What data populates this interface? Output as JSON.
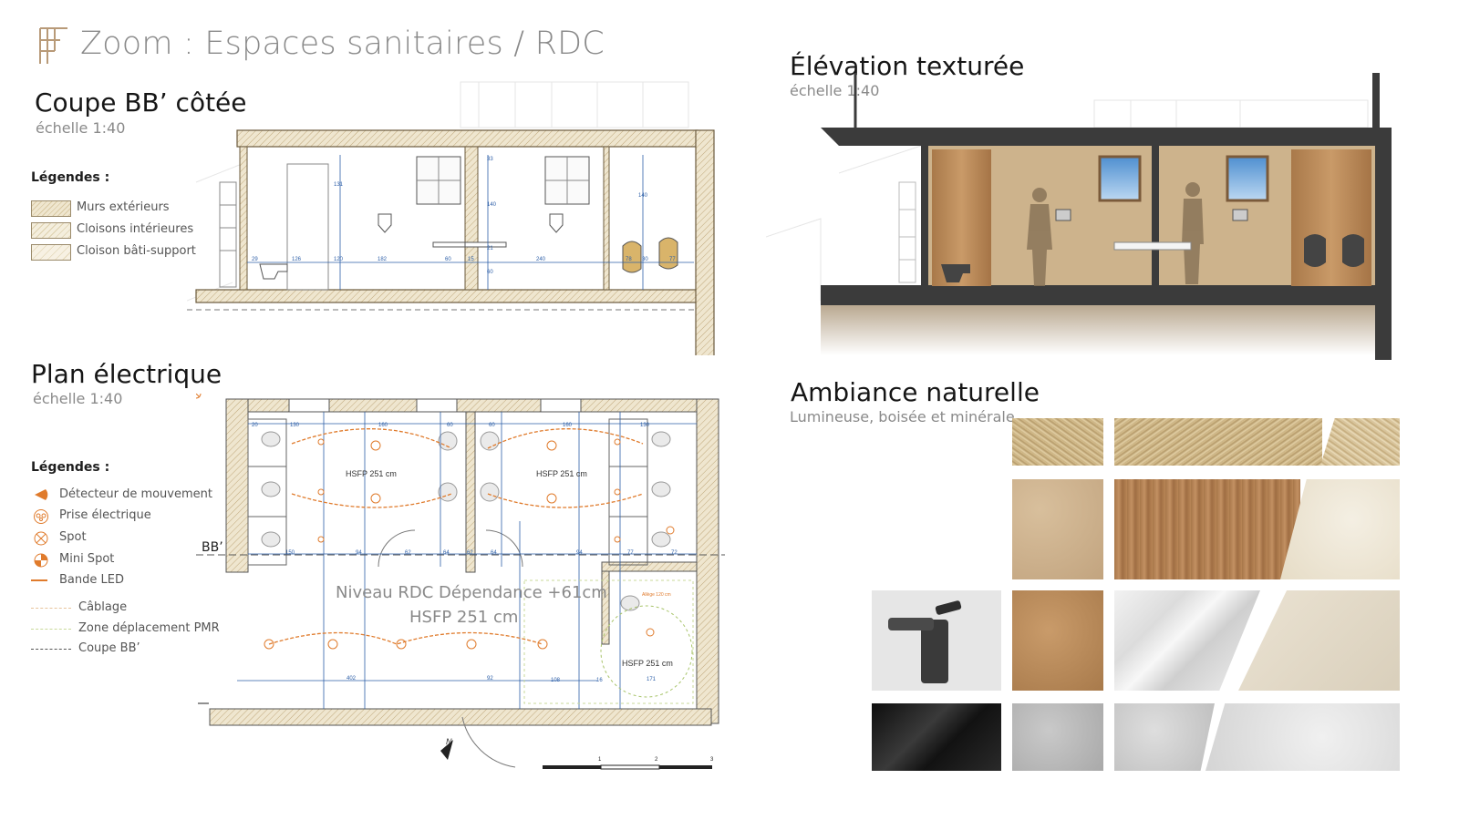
{
  "header": {
    "title": "Zoom : Espaces sanitaires / RDC"
  },
  "coupe": {
    "title": "Coupe BB’ côtée",
    "scale": "échelle 1:40",
    "legend_title": "Légendes :",
    "legend": [
      "Murs extérieurs",
      "Cloisons intérieures",
      "Cloison bâti-support"
    ],
    "dims": [
      "29",
      "126",
      "120",
      "131",
      "182",
      "60",
      "15",
      "140",
      "33",
      "21",
      "60",
      "240",
      "140",
      "78",
      "30",
      "77"
    ]
  },
  "elevation": {
    "title": "Élévation texturée",
    "scale": "échelle 1:40"
  },
  "plan": {
    "title": "Plan électrique",
    "scale": "échelle 1:40",
    "legend_title": "Légendes :",
    "legend": [
      "Détecteur de mouvement",
      "Prise électrique",
      "Spot",
      "Mini Spot",
      "Bande LED",
      "Câblage",
      "Zone déplacement PMR",
      "Coupe BB’"
    ],
    "section_marker": "BB’",
    "level_label": "Niveau RDC Dépendance +61cm",
    "hsfp_main": "HSFP 251 cm",
    "hsfp_rooms": [
      "HSFP  251  cm",
      "HSFP  251  cm",
      "HSFP  251  cm"
    ],
    "north": "N",
    "scale_bar": [
      "1",
      "2",
      "3"
    ],
    "dims_top": [
      "20",
      "130",
      "160",
      "60",
      "60",
      "160",
      "130"
    ],
    "dims_row": [
      "150",
      "94",
      "62",
      "64",
      "62",
      "64",
      "94",
      "77",
      "72"
    ],
    "dims_bottom": [
      "402",
      "92",
      "108",
      "16",
      "171"
    ],
    "allege": "Allège 120 cm"
  },
  "ambiance": {
    "title": "Ambiance naturelle",
    "subtitle": "Lumineuse, boisée et minérale"
  },
  "colors": {
    "accent": "#e07b2c",
    "wall": "#d9c9a3",
    "blue_dim": "#2d5fa8",
    "elev_wall": "#3b3b3b"
  }
}
